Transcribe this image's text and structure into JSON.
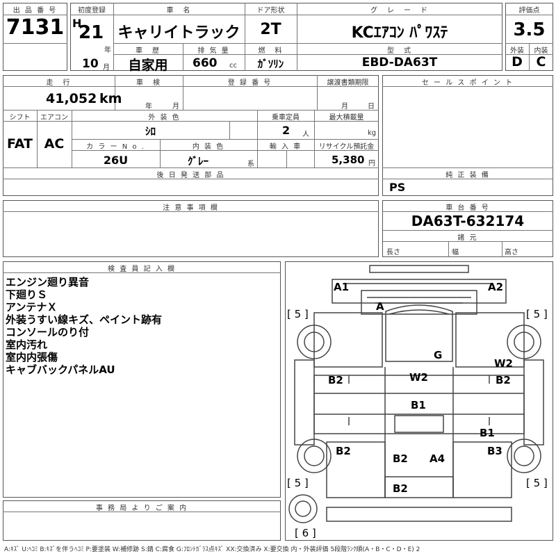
{
  "header": {
    "lot_label": "出 品 番 号",
    "lot": "7131",
    "first_reg_label": "初度登録",
    "era": "H",
    "year": "21",
    "year_unit": "年",
    "month": "10",
    "month_unit": "月",
    "model_label": "車　名",
    "model": "キャリイトラック",
    "history_label": "車　歴",
    "history": "自家用",
    "displacement_label": "排 気 量",
    "displacement": "660",
    "cc_unit": "cc",
    "door_label": "ドア形状",
    "door": "2T",
    "fuel_label": "燃　料",
    "fuel": "ｶﾞｿﾘﾝ",
    "grade_label": "グ　レ　ー　ド",
    "grade": "KCｴｱｺﾝ ﾊﾟﾜｽﾃ",
    "type_label": "型　式",
    "type_code": "EBD-DA63T",
    "score_label": "評価点",
    "score": "3.5",
    "exterior_label": "外装",
    "exterior": "D",
    "interior_label": "内装",
    "interior": "C"
  },
  "details": {
    "mileage_label": "走　行",
    "mileage": "41,052",
    "mileage_unit": "km",
    "inspection_label": "車　検",
    "insp_year_unit": "年",
    "insp_month_unit": "月",
    "plate_label": "登 録 番 号",
    "transfer_label": "譲渡書類期限",
    "transfer_month_unit": "月",
    "transfer_day_unit": "日",
    "shift_label": "シフト",
    "shift": "FAT",
    "ac_label": "エアコン",
    "ac": "AC",
    "color_label": "外 装 色",
    "color": "ｼﾛ",
    "capacity_label": "乗車定員",
    "capacity": "2",
    "capacity_unit": "人",
    "load_label": "最大積載量",
    "load_unit": "kg",
    "color_no_label": "カ ラ ー N o .",
    "color_no": "26U",
    "int_color_label": "内 装 色",
    "int_color": "ｸﾞﾚｰ",
    "int_color_suffix": "系",
    "import_label": "輸 入 車",
    "recycle_label": "リサイクル預託金",
    "recycle": "5,380",
    "recycle_unit": "円",
    "later_parts_label": "後 日 発 送 部 品",
    "caution_label": "注 意 事 項 欄"
  },
  "right": {
    "sales_label": "セ ー ル ス ポ イ ン ト",
    "equipment_label": "純 正 装 備",
    "equipment": "PS",
    "chassis_label": "車 台 番 号",
    "chassis": "DA63T-632174",
    "spec_label": "諸 元",
    "length_label": "長さ",
    "width_label": "幅",
    "height_label": "高さ"
  },
  "inspector": {
    "label": "検 査 員 記 入 欄",
    "notes": [
      "エンジン廻り異音",
      "下廻りＳ",
      "アンテナＸ",
      "外装うすい線キズ、ペイント跡有",
      "コンソールのり付",
      "室内汚れ",
      "室内内張傷",
      "キャブバックパネルAU"
    ]
  },
  "office": {
    "label": "事 務 局 よ り ご 案 内"
  },
  "diagram": {
    "marks": {
      "a1": "A1",
      "a2": "A2",
      "a": "A",
      "g": "G",
      "w2_right": "W2",
      "w2_center": "W2",
      "b2_left": "B2",
      "b2_right": "B2",
      "b1_center": "B1",
      "b1_right": "B1",
      "b2_lower_left": "B2",
      "b3": "B3",
      "b2_lower_center": "B2",
      "a4": "A4",
      "b2_bottom": "B2"
    },
    "tires": {
      "fl": "[ 5 ]",
      "fr": "[ 5 ]",
      "rl": "[ 5 ]",
      "rr": "[ 5 ]",
      "spare": "[ 6 ]"
    }
  },
  "legend": "A:ｷｽﾞ U:ﾍｺﾐ B:ｷｽﾞを伴うﾍｺﾐ P:要塗装 W:補修跡 S:錆 C:腐食 G:ﾌﾛﾝﾄｶﾞﾗｽ点ｷｽﾞ XX:交換済み X:要交換 内・外装評価 5段階ﾗﾝｸ順(A・B・C・D・E) 2"
}
